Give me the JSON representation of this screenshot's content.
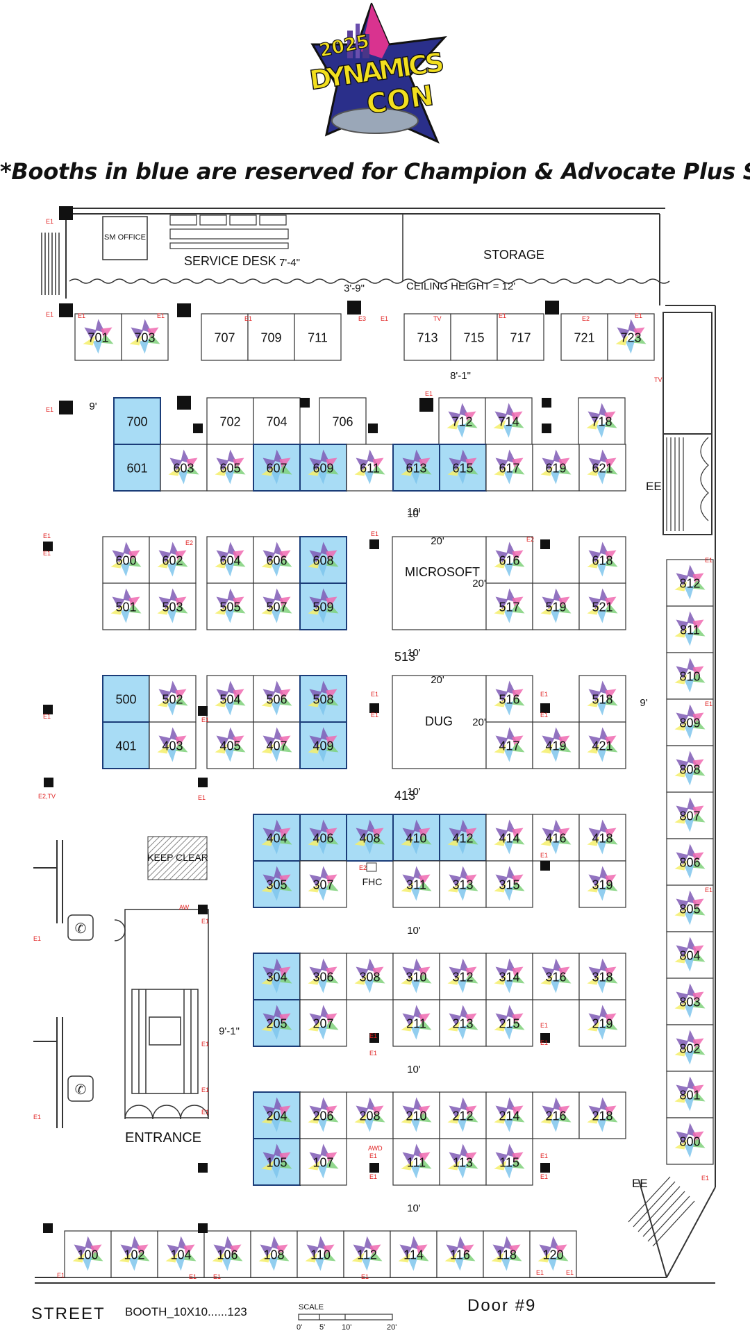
{
  "logo": {
    "year": "2025",
    "line1": "DYNAMICS",
    "line2": "CON"
  },
  "headline": "*Booths in blue are reserved for Champion & Advocate Plus Sponsors",
  "colors": {
    "reserved": "#a8dcf5",
    "reserved_border": "#1a3c78",
    "walls": "#333333",
    "markers": "#e02020",
    "logo_colors": [
      "#7f5bb5",
      "#f06ab0",
      "#7fd17a",
      "#7fc6ec",
      "#f4ee6a"
    ]
  },
  "areas": {
    "sm_office": "SM OFFICE",
    "service_desk": "SERVICE DESK",
    "storage": "STORAGE",
    "ceiling": "CEILING HEIGHT = 12'",
    "microsoft": "MICROSOFT",
    "dug": "DUG",
    "entrance": "ENTRANCE",
    "keep_clear": "KEEP CLEAR",
    "fhc": "FHC",
    "ee_right": "EE",
    "ee_bottom": "EE",
    "street": "STREET",
    "door": "Door #9",
    "booth_legend": "BOOTH_10X10......123",
    "scale_title": "SCALE",
    "scale_ticks": [
      "0'",
      "5'",
      "10'",
      "20'"
    ]
  },
  "dimensions": [
    "7'-4\"",
    "3'-9\"",
    "8'-1\"",
    "9'",
    "10'",
    "10'",
    "10'",
    "10'",
    "10'",
    "10'",
    "10'",
    "9'",
    "9'-1\"",
    "20'",
    "20'",
    "20'",
    "20'"
  ],
  "booths": [
    {
      "id": "701",
      "status": "sold"
    },
    {
      "id": "703",
      "status": "sold"
    },
    {
      "id": "707",
      "status": "open"
    },
    {
      "id": "709",
      "status": "open"
    },
    {
      "id": "711",
      "status": "open"
    },
    {
      "id": "713",
      "status": "open"
    },
    {
      "id": "715",
      "status": "open"
    },
    {
      "id": "717",
      "status": "open"
    },
    {
      "id": "721",
      "status": "open"
    },
    {
      "id": "723",
      "status": "sold"
    },
    {
      "id": "700",
      "status": "reserved"
    },
    {
      "id": "702",
      "status": "open"
    },
    {
      "id": "704",
      "status": "open"
    },
    {
      "id": "706",
      "status": "open"
    },
    {
      "id": "712",
      "status": "sold"
    },
    {
      "id": "714",
      "status": "sold"
    },
    {
      "id": "718",
      "status": "sold"
    },
    {
      "id": "601",
      "status": "reserved"
    },
    {
      "id": "603",
      "status": "sold"
    },
    {
      "id": "605",
      "status": "sold"
    },
    {
      "id": "607",
      "status": "reserved-sold"
    },
    {
      "id": "609",
      "status": "reserved-sold"
    },
    {
      "id": "611",
      "status": "sold"
    },
    {
      "id": "613",
      "status": "reserved-sold"
    },
    {
      "id": "615",
      "status": "reserved-sold"
    },
    {
      "id": "617",
      "status": "sold"
    },
    {
      "id": "619",
      "status": "sold"
    },
    {
      "id": "621",
      "status": "sold"
    },
    {
      "id": "600",
      "status": "sold"
    },
    {
      "id": "602",
      "status": "sold"
    },
    {
      "id": "604",
      "status": "sold"
    },
    {
      "id": "606",
      "status": "sold"
    },
    {
      "id": "608",
      "status": "reserved-sold"
    },
    {
      "id": "616",
      "status": "sold"
    },
    {
      "id": "618",
      "status": "sold"
    },
    {
      "id": "501",
      "status": "sold"
    },
    {
      "id": "503",
      "status": "sold"
    },
    {
      "id": "505",
      "status": "sold"
    },
    {
      "id": "507",
      "status": "sold"
    },
    {
      "id": "509",
      "status": "reserved-sold"
    },
    {
      "id": "513",
      "status": "open"
    },
    {
      "id": "517",
      "status": "sold"
    },
    {
      "id": "519",
      "status": "sold"
    },
    {
      "id": "521",
      "status": "sold"
    },
    {
      "id": "500",
      "status": "reserved"
    },
    {
      "id": "502",
      "status": "sold"
    },
    {
      "id": "504",
      "status": "sold"
    },
    {
      "id": "506",
      "status": "sold"
    },
    {
      "id": "508",
      "status": "reserved-sold"
    },
    {
      "id": "516",
      "status": "sold"
    },
    {
      "id": "518",
      "status": "sold"
    },
    {
      "id": "401",
      "status": "reserved"
    },
    {
      "id": "403",
      "status": "sold"
    },
    {
      "id": "405",
      "status": "sold"
    },
    {
      "id": "407",
      "status": "sold"
    },
    {
      "id": "409",
      "status": "reserved-sold"
    },
    {
      "id": "413",
      "status": "open"
    },
    {
      "id": "417",
      "status": "sold"
    },
    {
      "id": "419",
      "status": "sold"
    },
    {
      "id": "421",
      "status": "sold"
    },
    {
      "id": "404",
      "status": "reserved-sold"
    },
    {
      "id": "406",
      "status": "reserved-sold"
    },
    {
      "id": "408",
      "status": "reserved-sold"
    },
    {
      "id": "410",
      "status": "reserved-sold"
    },
    {
      "id": "412",
      "status": "reserved-sold"
    },
    {
      "id": "414",
      "status": "sold"
    },
    {
      "id": "416",
      "status": "sold"
    },
    {
      "id": "418",
      "status": "sold"
    },
    {
      "id": "305",
      "status": "reserved-sold"
    },
    {
      "id": "307",
      "status": "sold"
    },
    {
      "id": "311",
      "status": "sold"
    },
    {
      "id": "313",
      "status": "sold"
    },
    {
      "id": "315",
      "status": "sold"
    },
    {
      "id": "319",
      "status": "sold"
    },
    {
      "id": "304",
      "status": "reserved-sold"
    },
    {
      "id": "306",
      "status": "sold"
    },
    {
      "id": "308",
      "status": "sold"
    },
    {
      "id": "310",
      "status": "sold"
    },
    {
      "id": "312",
      "status": "sold"
    },
    {
      "id": "314",
      "status": "sold"
    },
    {
      "id": "316",
      "status": "sold"
    },
    {
      "id": "318",
      "status": "sold"
    },
    {
      "id": "205",
      "status": "reserved-sold"
    },
    {
      "id": "207",
      "status": "sold"
    },
    {
      "id": "211",
      "status": "sold"
    },
    {
      "id": "213",
      "status": "sold"
    },
    {
      "id": "215",
      "status": "sold"
    },
    {
      "id": "219",
      "status": "sold"
    },
    {
      "id": "204",
      "status": "reserved-sold"
    },
    {
      "id": "206",
      "status": "sold"
    },
    {
      "id": "208",
      "status": "sold"
    },
    {
      "id": "210",
      "status": "sold"
    },
    {
      "id": "212",
      "status": "sold"
    },
    {
      "id": "214",
      "status": "sold"
    },
    {
      "id": "216",
      "status": "sold"
    },
    {
      "id": "218",
      "status": "sold"
    },
    {
      "id": "105",
      "status": "reserved-sold"
    },
    {
      "id": "107",
      "status": "sold"
    },
    {
      "id": "111",
      "status": "sold"
    },
    {
      "id": "113",
      "status": "sold"
    },
    {
      "id": "115",
      "status": "sold"
    },
    {
      "id": "100",
      "status": "sold"
    },
    {
      "id": "102",
      "status": "sold"
    },
    {
      "id": "104",
      "status": "sold"
    },
    {
      "id": "106",
      "status": "sold"
    },
    {
      "id": "108",
      "status": "sold"
    },
    {
      "id": "110",
      "status": "sold"
    },
    {
      "id": "112",
      "status": "sold"
    },
    {
      "id": "114",
      "status": "sold"
    },
    {
      "id": "116",
      "status": "sold"
    },
    {
      "id": "118",
      "status": "sold"
    },
    {
      "id": "120",
      "status": "sold"
    },
    {
      "id": "812",
      "status": "sold"
    },
    {
      "id": "811",
      "status": "sold"
    },
    {
      "id": "810",
      "status": "sold"
    },
    {
      "id": "809",
      "status": "sold"
    },
    {
      "id": "808",
      "status": "sold"
    },
    {
      "id": "807",
      "status": "sold"
    },
    {
      "id": "806",
      "status": "sold"
    },
    {
      "id": "805",
      "status": "sold"
    },
    {
      "id": "804",
      "status": "sold"
    },
    {
      "id": "803",
      "status": "sold"
    },
    {
      "id": "802",
      "status": "sold"
    },
    {
      "id": "801",
      "status": "sold"
    },
    {
      "id": "800",
      "status": "sold"
    }
  ],
  "markers": [
    "E1",
    "E2",
    "E3",
    "TV",
    "E2,TV",
    "AW",
    "AWD"
  ]
}
